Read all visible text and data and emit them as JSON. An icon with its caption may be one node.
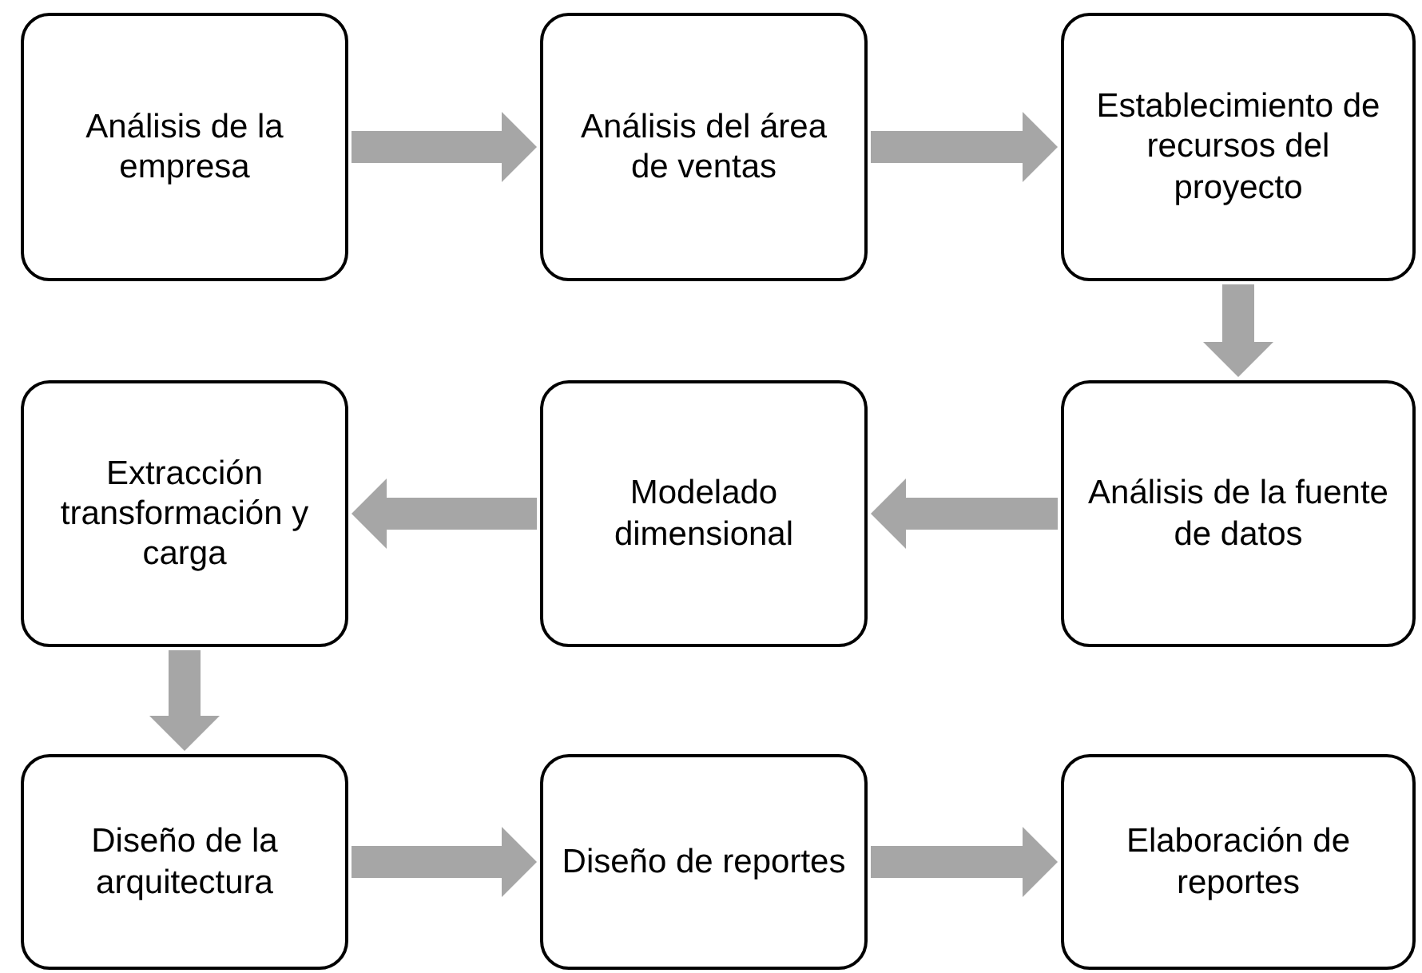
{
  "diagram": {
    "nodes": [
      {
        "text": [
          "Análisis de la empresa"
        ]
      },
      {
        "text": [
          "Análisis del área de ventas"
        ]
      },
      {
        "text": [
          "Establecimiento de recursos del proyecto"
        ]
      },
      {
        "text": [
          "Extracción transformación y carga"
        ]
      },
      {
        "text": [
          "Modelado dimensional"
        ]
      },
      {
        "text": [
          "Análisis de la fuente de datos"
        ]
      },
      {
        "text": [
          "Diseño de la arquitectura"
        ]
      },
      {
        "text": [
          "Diseño de reportes"
        ]
      },
      {
        "text": [
          "Elaboración de reportes"
        ]
      }
    ],
    "edges": [
      {
        "from": 0,
        "to": 1,
        "arrow": "to"
      },
      {
        "from": 1,
        "to": 2,
        "arrow": "to"
      },
      {
        "from": 2,
        "to": 5,
        "arrow": "to"
      },
      {
        "from": 5,
        "to": 4,
        "arrow": "to"
      },
      {
        "from": 4,
        "to": 3,
        "arrow": "to"
      },
      {
        "from": 3,
        "to": 6,
        "arrow": "to"
      },
      {
        "from": 6,
        "to": 7,
        "arrow": "to"
      },
      {
        "from": 7,
        "to": 8,
        "arrow": "to"
      }
    ]
  }
}
